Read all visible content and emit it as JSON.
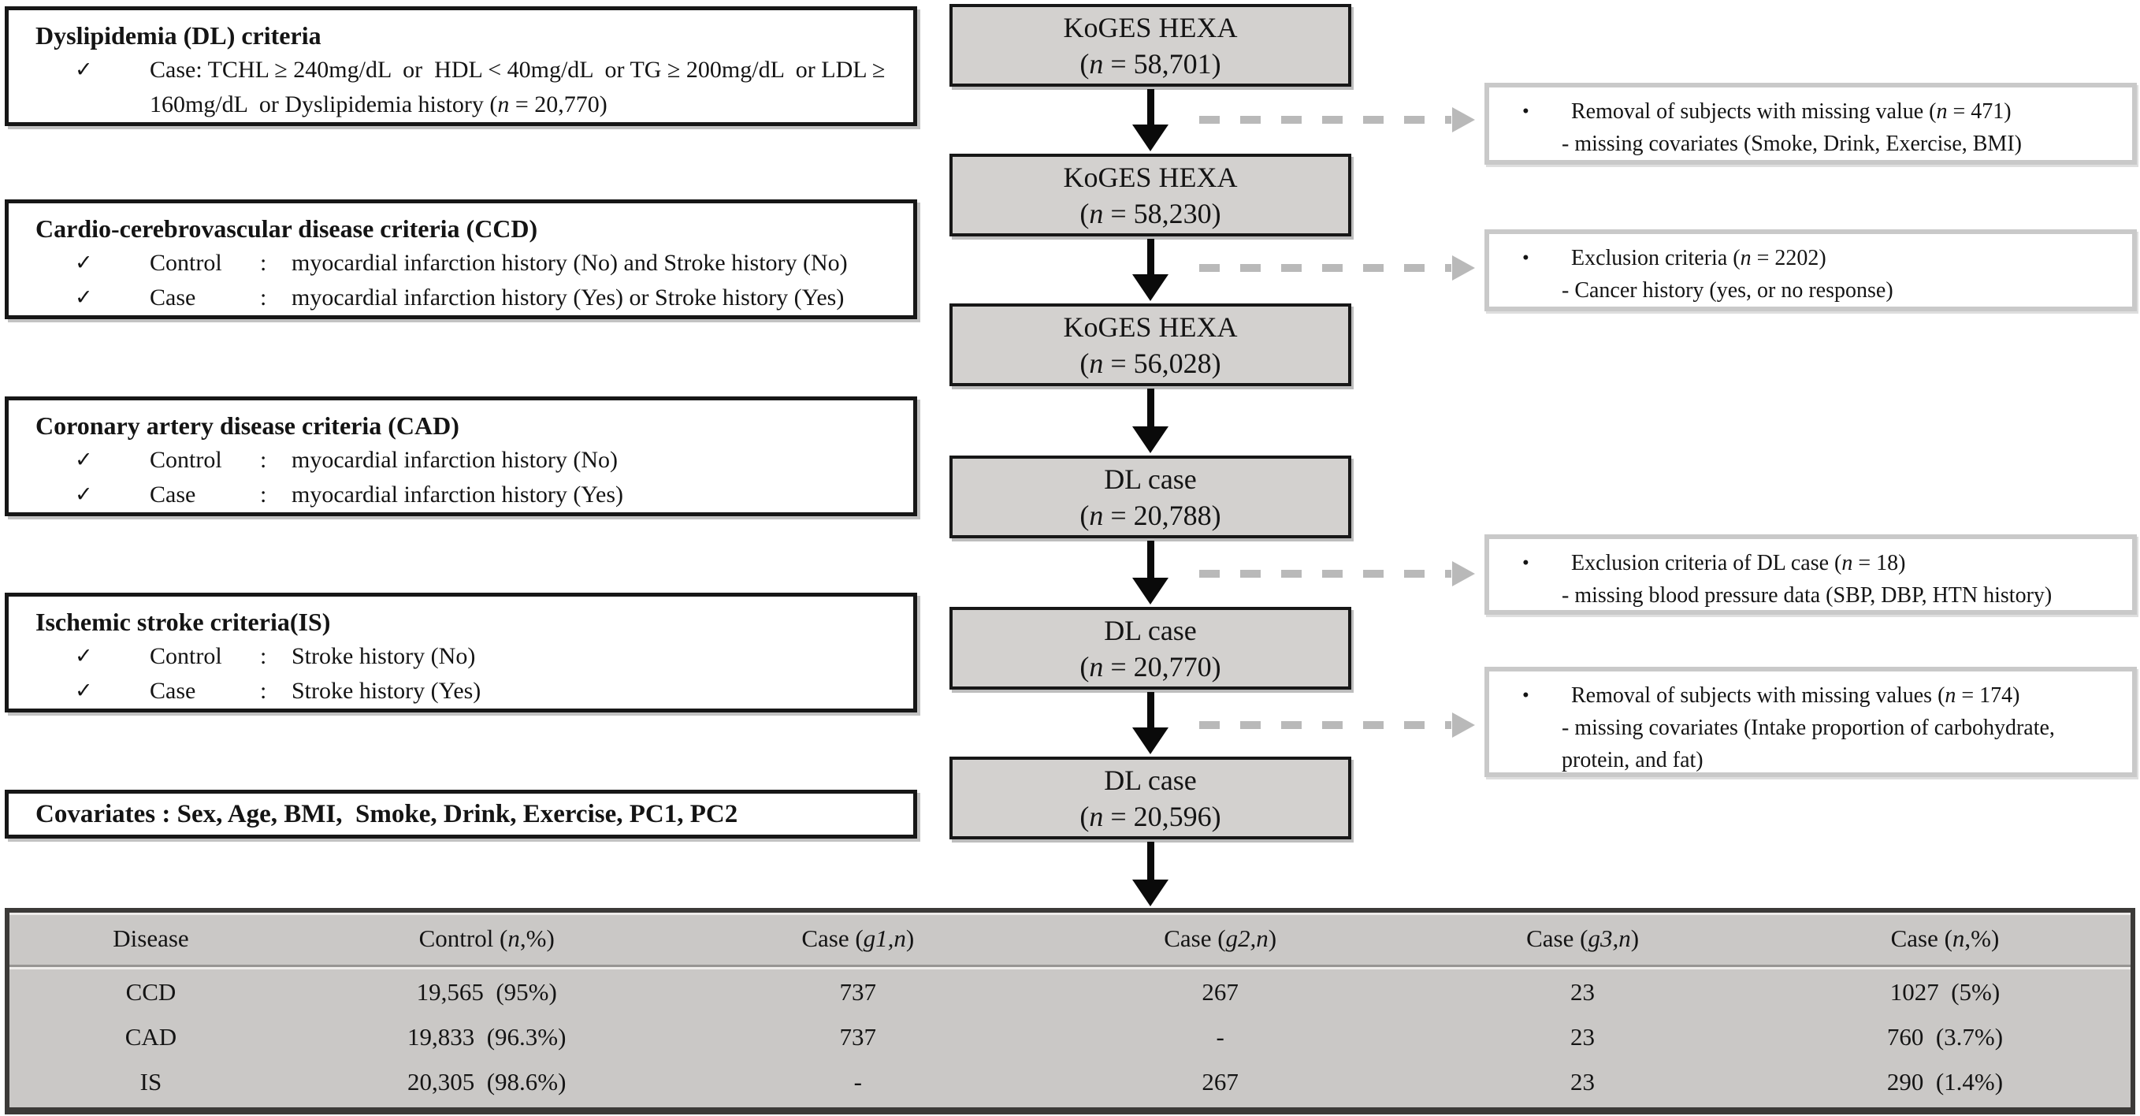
{
  "symbols": {
    "check": "✓",
    "bullet": "•",
    "colon": ":",
    "open": "(",
    "n": "n",
    "eq": " = ",
    "close": ")"
  },
  "criteria": [
    {
      "title": "Dyslipidemia (DL) criteria",
      "items": [
        {
          "segments": [
            {
              "t": "Case: TCHL ≥ 240mg/dL  or  HDL < 40mg/dL  or TG ≥ 200mg/dL  or LDL ≥ 160mg/dL  or Dyslipidemia history ("
            },
            {
              "t": "n",
              "i": true
            },
            {
              "t": " = 20,770)"
            }
          ]
        }
      ]
    },
    {
      "title": "Cardio-cerebrovascular disease criteria (CCD)",
      "items": [
        {
          "label": "Control",
          "text": "myocardial infarction history (No) and Stroke history (No)"
        },
        {
          "label": "Case",
          "text": "myocardial infarction history (Yes) or Stroke history (Yes)"
        }
      ]
    },
    {
      "title": "Coronary artery disease criteria (CAD)",
      "items": [
        {
          "label": "Control",
          "text": "myocardial infarction history (No)"
        },
        {
          "label": "Case",
          "text": "myocardial infarction history (Yes)"
        }
      ]
    },
    {
      "title": "Ischemic stroke criteria(IS)",
      "items": [
        {
          "label": "Control",
          "text": "Stroke history (No)"
        },
        {
          "label": "Case",
          "text": "Stroke history (Yes)"
        }
      ]
    }
  ],
  "covariates": "Covariates : Sex, Age, BMI,  Smoke, Drink, Exercise, PC1, PC2",
  "flow": {
    "boxes": [
      {
        "label": "KoGES HEXA",
        "n": "58,701"
      },
      {
        "label": "KoGES HEXA",
        "n": "58,230"
      },
      {
        "label": "KoGES HEXA",
        "n": "56,028"
      },
      {
        "label": "DL case",
        "n": "20,788"
      },
      {
        "label": "DL case",
        "n": "20,770"
      },
      {
        "label": "DL case",
        "n": "20,596"
      }
    ]
  },
  "notes": [
    {
      "main": [
        {
          "t": "Removal of subjects with missing value ("
        },
        {
          "t": "n",
          "i": true
        },
        {
          "t": " = 471)"
        }
      ],
      "sub": "- missing covariates (Smoke, Drink, Exercise, BMI)"
    },
    {
      "main": [
        {
          "t": "Exclusion criteria ("
        },
        {
          "t": "n",
          "i": true
        },
        {
          "t": " = 2202)"
        }
      ],
      "sub": "- Cancer history (yes, or no response)"
    },
    {
      "main": [
        {
          "t": "Exclusion criteria of DL case ("
        },
        {
          "t": "n",
          "i": true
        },
        {
          "t": " = 18)"
        }
      ],
      "sub": "- missing blood pressure data (SBP, DBP, HTN history)"
    },
    {
      "main": [
        {
          "t": "Removal of subjects with missing values ("
        },
        {
          "t": "n",
          "i": true
        },
        {
          "t": " = 174)"
        }
      ],
      "sub": "- missing covariates (Intake proportion of carbohydrate, protein, and fat)"
    }
  ],
  "table": {
    "headers": [
      [
        {
          "t": "Disease"
        }
      ],
      [
        {
          "t": "Control ("
        },
        {
          "t": "n",
          "i": true
        },
        {
          "t": ",%)"
        }
      ],
      [
        {
          "t": "Case ("
        },
        {
          "t": "g1,n",
          "i": true
        },
        {
          "t": ")"
        }
      ],
      [
        {
          "t": "Case ("
        },
        {
          "t": "g2,n",
          "i": true
        },
        {
          "t": ")"
        }
      ],
      [
        {
          "t": "Case ("
        },
        {
          "t": "g3,n",
          "i": true
        },
        {
          "t": ")"
        }
      ],
      [
        {
          "t": "Case ("
        },
        {
          "t": "n",
          "i": true
        },
        {
          "t": ",%)"
        }
      ]
    ],
    "rows": [
      {
        "cells": [
          "CCD",
          "19,565  (95%)",
          "737",
          "267",
          "23",
          "1027  (5%)"
        ]
      },
      {
        "cells": [
          "CAD",
          "19,833  (96.3%)",
          "737",
          "-",
          "23",
          "760  (3.7%)"
        ]
      },
      {
        "cells": [
          "IS",
          "20,305  (98.6%)",
          "-",
          "267",
          "23",
          "290  (1.4%)"
        ]
      }
    ]
  }
}
